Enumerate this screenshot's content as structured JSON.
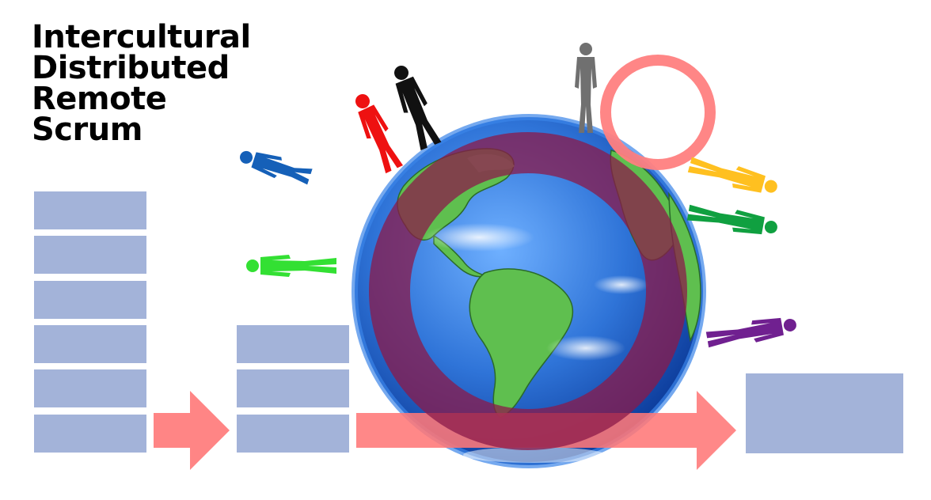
{
  "title_lines": [
    "Intercultural",
    "Distributed",
    "Remote",
    "Scrum"
  ],
  "colors": {
    "block": "#a3b3d9",
    "arrow": "#ff8080",
    "ring": "#8b1a4a",
    "ring_small": "#ff7f7f",
    "ocean": "#2e6fd1",
    "land": "#5fbf4f"
  },
  "figures": [
    {
      "name": "blue-person-icon",
      "color": "#1560b8"
    },
    {
      "name": "red-person-icon",
      "color": "#ee1111"
    },
    {
      "name": "black-person-icon",
      "color": "#111111"
    },
    {
      "name": "gray-person-icon",
      "color": "#707070"
    },
    {
      "name": "lightgreen-person-icon",
      "color": "#33e033"
    },
    {
      "name": "orange-person-icon",
      "color": "#ffc020"
    },
    {
      "name": "green-person-icon",
      "color": "#10a040"
    },
    {
      "name": "purple-person-icon",
      "color": "#702090"
    }
  ]
}
